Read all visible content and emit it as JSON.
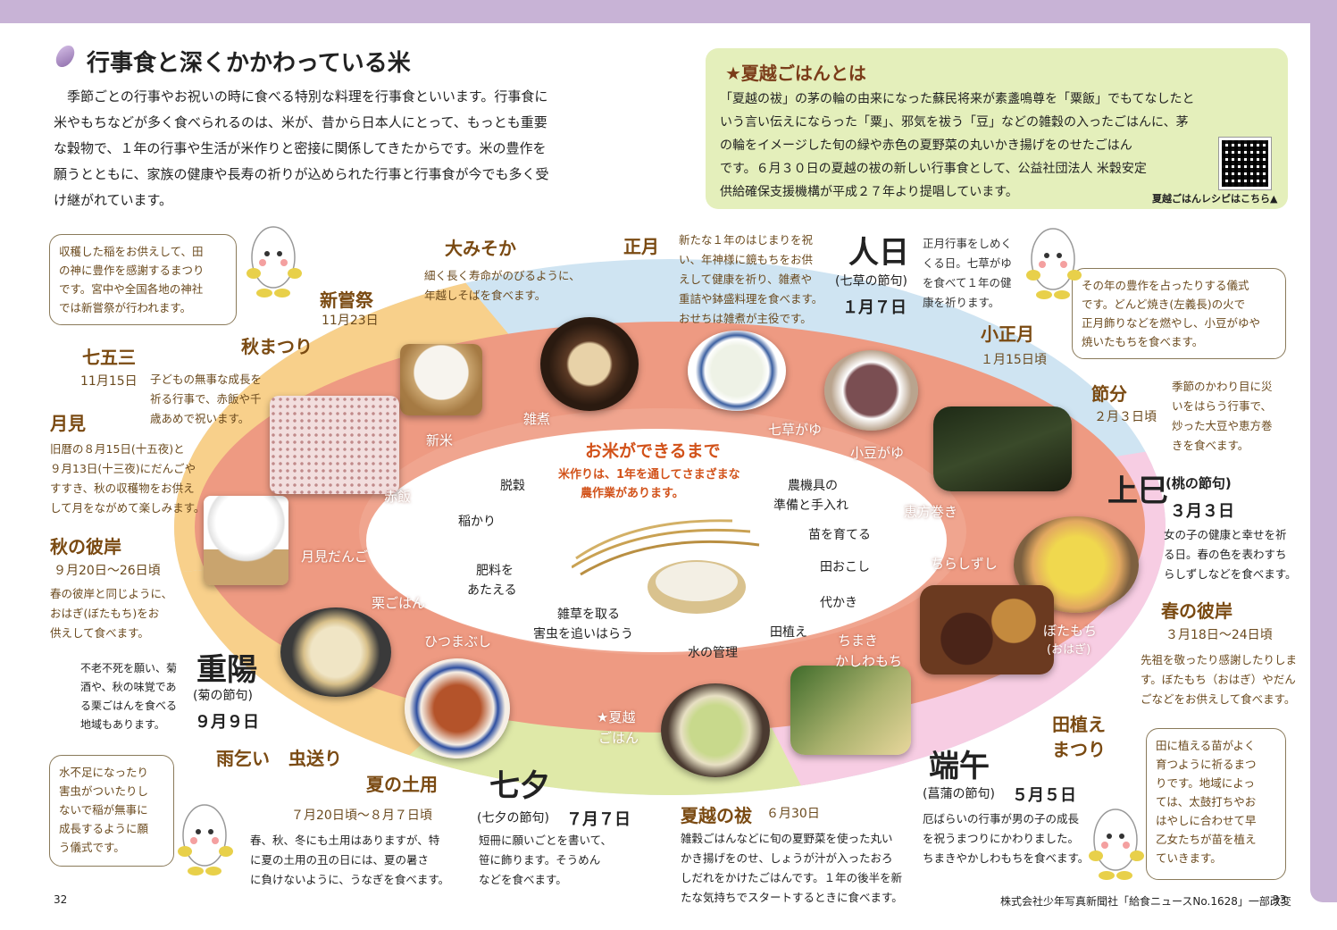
{
  "page": {
    "left_number": "32",
    "right_number": "33",
    "credit": "株式会社少年写真新聞社「給食ニュースNo.1628」一部改変"
  },
  "heading": {
    "title": "行事食と深くかかわっている米",
    "intro_lines": [
      "季節ごとの行事やお祝いの時に食べる特別な料理を行事食といいます。行事食に",
      "米やもちなどが多く食べられるのは、米が、昔から日本人にとって、もっとも重要",
      "な穀物で、１年の行事や生活が米作りと密接に関係してきたからです。米の豊作を",
      "願うとともに、家族の健康や長寿の祈りが込められた行事と行事食が今でも多く受",
      "け継がれています。"
    ]
  },
  "nagoshi_box": {
    "title": "★夏越ごはんとは",
    "lines": [
      "「夏越の祓」の茅の輪の由来になった蘇民将来が素盞鳴尊を「粟飯」でもてなしたと",
      "いう言い伝えにならった「粟」、邪気を祓う「豆」などの雑穀の入ったごはんに、茅",
      "の輪をイメージした旬の緑や赤色の夏野菜の丸いかき揚げをのせたごはん",
      "です。６月３０日の夏越の祓の新しい行事食として、公益社団法人 米穀安定",
      "供給確保支援機構が平成２７年より提唱しています。"
    ],
    "qr_caption": "夏越ごはんレシピはこちら▲"
  },
  "bubbles": {
    "niiname": [
      "収穫した稲をお供えして、田",
      "の神に豊作を感謝するまつり",
      "です。宮中や全国各地の神社",
      "では新嘗祭が行われます。"
    ],
    "koshogatsu": [
      "その年の豊作を占ったりする儀式",
      "です。どんど焼き(左義長)の火で",
      "正月飾りなどを燃やし、小豆がゆや",
      "焼いたもちを食べます。"
    ],
    "amagoi": [
      "水不足になったり",
      "害虫がついたりし",
      "ないで稲が無事に",
      "成長するように願",
      "う儀式です。"
    ],
    "taue": [
      "田に植える苗がよく",
      "育つように祈るまつ",
      "りです。地域によっ",
      "ては、太鼓打ちやお",
      "はやしに合わせて早",
      "乙女たちが苗を植え",
      "ていきます。"
    ]
  },
  "events": {
    "omisoka": {
      "name": "大みそか",
      "desc": [
        "細く長く寿命がのびるように、",
        "年越しそばを食べます。"
      ]
    },
    "shogatsu": {
      "name": "正月",
      "desc": [
        "新たな１年のはじまりを祝",
        "い、年神様に鏡もちをお供",
        "えして健康を祈り、雑煮や",
        "重詰や鉢盛料理を食べます。",
        "おせちは雑煮が主役です。"
      ]
    },
    "jinjitsu": {
      "name": "人日",
      "sub": "(七草の節句)",
      "date": "１月７日",
      "desc": [
        "正月行事をしめく",
        "くる日。七草がゆ",
        "を食べて１年の健",
        "康を祈ります。"
      ]
    },
    "koshogatsu": {
      "name": "小正月",
      "date": "１月15日頃"
    },
    "setsubun": {
      "name": "節分",
      "date": "２月３日頃",
      "desc": [
        "季節のかわり目に災",
        "いをはらう行事で、",
        "炒った大豆や恵方巻",
        "きを食べます。"
      ]
    },
    "joshi": {
      "name": "上巳",
      "sub": "(桃の節句)",
      "date": "３月３日",
      "desc": [
        "女の子の健康と幸せを祈",
        "る日。春の色を表わすち",
        "らしずしなどを食べます。"
      ]
    },
    "haru_higan": {
      "name": "春の彼岸",
      "date": "３月18日〜24日頃",
      "desc": [
        "先祖を敬ったり感謝したりしま",
        "す。ぼたもち（おはぎ）やだん",
        "ごなどをお供えして食べます。"
      ]
    },
    "taue": {
      "name_1": "田植え",
      "name_2": "まつり"
    },
    "tango": {
      "name": "端午",
      "sub": "(菖蒲の節句)",
      "date": "５月５日",
      "desc": [
        "厄ばらいの行事が男の子の成長",
        "を祝うまつりにかわりました。",
        "ちまきやかしわもちを食べます。"
      ]
    },
    "nagoshi": {
      "name": "夏越の祓",
      "date": "６月30日",
      "desc": [
        "雑穀ごはんなどに旬の夏野菜を使った丸い",
        "かき揚げをのせ、しょうが汁が入ったおろ",
        "しだれをかけたごはんです。１年の後半を新",
        "たな気持ちでスタートするときに食べます。"
      ]
    },
    "tanabata": {
      "name": "七夕",
      "sub": "(七夕の節句)",
      "date": "７月７日",
      "desc": [
        "短冊に願いごとを書いて、",
        "笹に飾ります。そうめん",
        "などを食べます。"
      ]
    },
    "doyo": {
      "name": "夏の土用",
      "date": "７月20日頃〜８月７日頃",
      "desc": [
        "春、秋、冬にも土用はありますが、特",
        "に夏の土用の丑の日には、夏の暑さ",
        "に負けないように、うなぎを食べます。"
      ]
    },
    "amagoi": {
      "name": "雨乞い"
    },
    "mushiokuri": {
      "name": "虫送り"
    },
    "choyo": {
      "name": "重陽",
      "sub": "(菊の節句)",
      "date": "９月９日",
      "desc": [
        "不老不死を願い、菊",
        "酒や、秋の味覚であ",
        "る栗ごはんを食べる",
        "地域もあります。"
      ]
    },
    "aki_higan": {
      "name": "秋の彼岸",
      "date": "９月20日〜26日頃",
      "desc": [
        "春の彼岸と同じように、",
        "おはぎ(ぼたもち)をお",
        "供えして食べます。"
      ]
    },
    "tsukimi": {
      "name": "月見",
      "desc": [
        "旧暦の８月15日(十五夜)と",
        "９月13日(十三夜)にだんごや",
        "すすき、秋の収穫物をお供え",
        "して月をながめて楽しみます。"
      ]
    },
    "shichigosan": {
      "name": "七五三",
      "date": "11月15日",
      "desc": [
        "子どもの無事な成長を",
        "祈る行事で、赤飯や千",
        "歳あめで祝います。"
      ]
    },
    "akimatsuri": {
      "name": "秋まつり"
    },
    "niiname": {
      "name": "新嘗祭",
      "date": "11月23日"
    }
  },
  "foods": {
    "zoni": "雑煮",
    "nanakusa": "七草がゆ",
    "azuki": "小豆がゆ",
    "ehomaki": "恵方巻き",
    "chirashi": "ちらしずし",
    "botamochi": "ぼたもち",
    "ohagi": "(おはぎ)",
    "chimaki_1": "ちまき",
    "chimaki_2": "かしわもち",
    "nagoshi_1": "★夏越",
    "nagoshi_2": "ごはん",
    "hitsumabushi": "ひつまぶし",
    "kurigohan": "栗ごはん",
    "tsukimidango": "月見だんご",
    "sekihan": "赤飯",
    "shinmai": "新米"
  },
  "center": {
    "title": "お米ができるまで",
    "subtitle_1": "米作りは、1年を通してさまざまな",
    "subtitle_2": "農作業があります。",
    "steps": [
      "脱穀",
      "稲かり",
      "肥料を",
      "あたえる",
      "雑草を取る",
      "害虫を追いはらう",
      "水の管理",
      "田植え",
      "代かき",
      "田おこし",
      "苗を育てる",
      "農機具の",
      "準備と手入れ"
    ]
  },
  "colors": {
    "ring_salmon": "#ee9a82",
    "winter": "#cfe4f2",
    "spring": "#f7cde3",
    "summer": "#dfe9a8",
    "autumn": "#f8d08b",
    "box": "#e4efbb"
  }
}
